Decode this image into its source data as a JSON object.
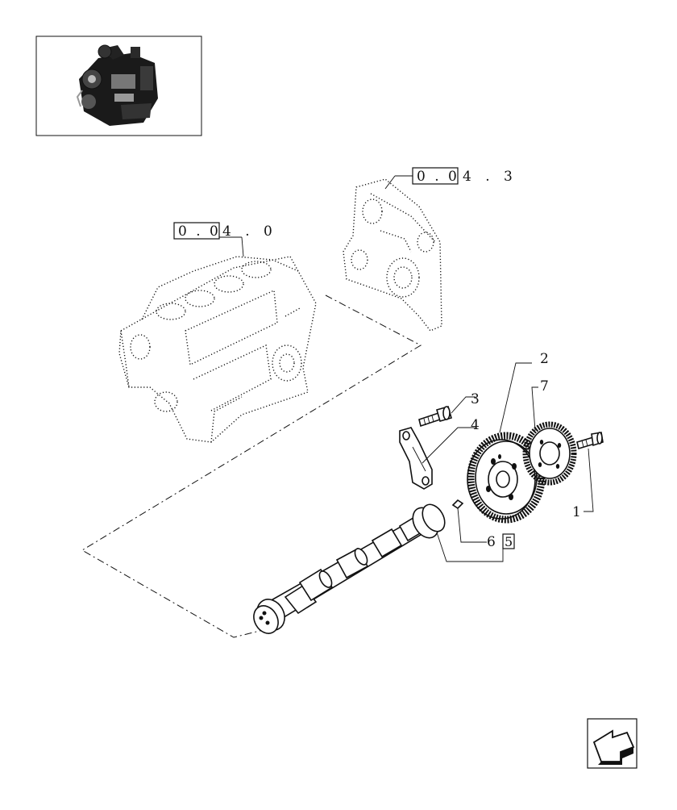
{
  "refs": {
    "block_ref": {
      "boxed": "0 . 0",
      "rest": "4 . 0"
    },
    "cover_ref": {
      "boxed": "0 . 0",
      "rest": "4 . 3"
    }
  },
  "callouts": {
    "c1": "1",
    "c2": "2",
    "c3": "3",
    "c4": "4",
    "c5": "5",
    "c6": "6",
    "c7": "7"
  },
  "icons": {
    "thumbnail": "engine-thumbnail-icon",
    "nav": "arrow-back-icon"
  }
}
